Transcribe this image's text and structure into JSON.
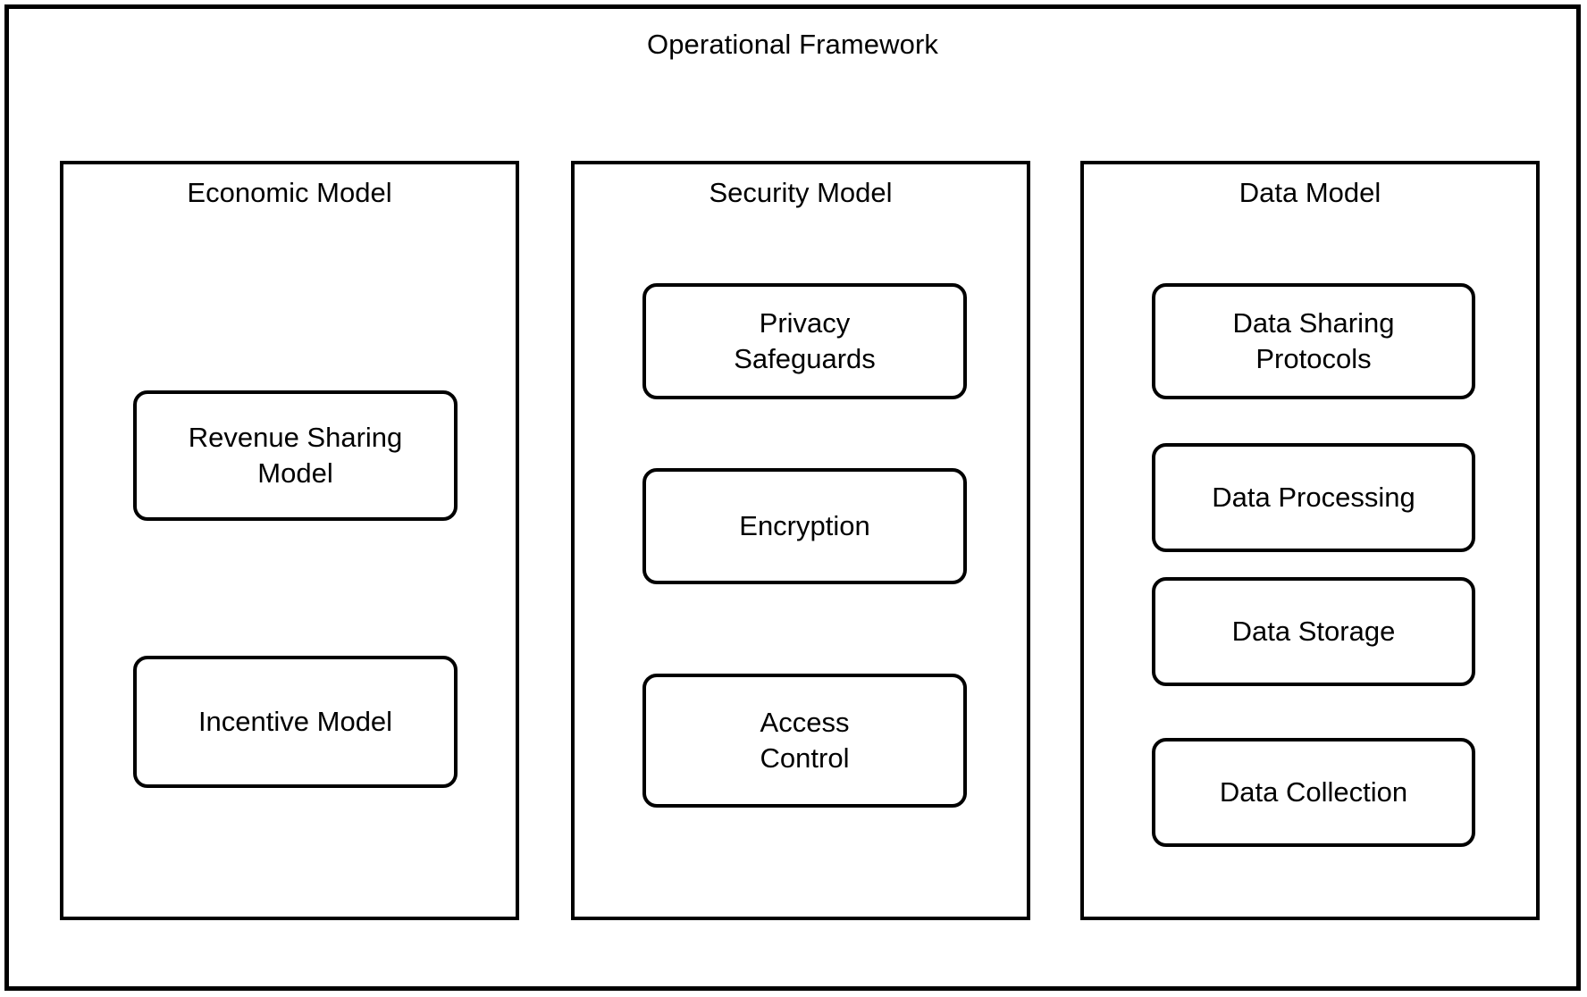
{
  "diagram": {
    "title": "Operational Framework",
    "background_color": "#ffffff",
    "stroke_color": "#000000",
    "columns": [
      {
        "id": "economic-model",
        "title": "Economic Model",
        "nodes": [
          {
            "id": "revenue-sharing-model",
            "label": "Revenue Sharing\nModel"
          },
          {
            "id": "incentive-model",
            "label": "Incentive Model"
          }
        ]
      },
      {
        "id": "security-model",
        "title": "Security Model",
        "nodes": [
          {
            "id": "privacy-safeguards",
            "label": "Privacy\nSafeguards"
          },
          {
            "id": "encryption",
            "label": "Encryption"
          },
          {
            "id": "access-control",
            "label": "Access\nControl"
          }
        ]
      },
      {
        "id": "data-model",
        "title": "Data Model",
        "nodes": [
          {
            "id": "data-sharing-protocols",
            "label": "Data Sharing\nProtocols"
          },
          {
            "id": "data-processing",
            "label": "Data Processing"
          },
          {
            "id": "data-storage",
            "label": "Data Storage"
          },
          {
            "id": "data-collection",
            "label": "Data Collection"
          }
        ]
      }
    ]
  }
}
